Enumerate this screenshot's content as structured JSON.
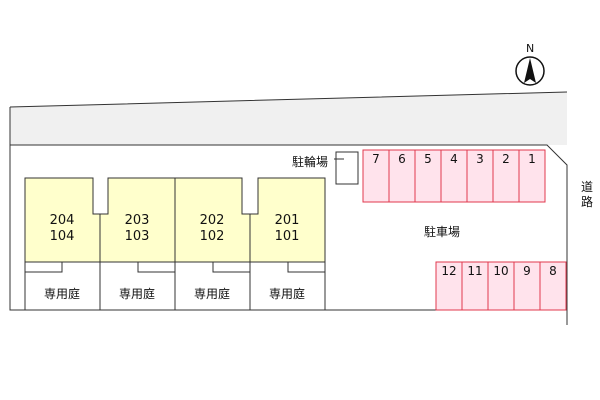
{
  "compass": {
    "north_label": "N"
  },
  "units": [
    {
      "upper": "204",
      "lower": "104",
      "garden": "専用庭"
    },
    {
      "upper": "203",
      "lower": "103",
      "garden": "専用庭"
    },
    {
      "upper": "202",
      "lower": "102",
      "garden": "専用庭"
    },
    {
      "upper": "201",
      "lower": "101",
      "garden": "専用庭"
    }
  ],
  "bicycle_parking_label": "駐輪場",
  "car_parking_label": "駐車場",
  "parking_top_row": [
    "7",
    "6",
    "5",
    "4",
    "3",
    "2",
    "1"
  ],
  "parking_bottom_row": [
    "12",
    "11",
    "10",
    "9",
    "8"
  ],
  "road_label": [
    "道",
    "路"
  ],
  "colors": {
    "unit_fill": "#ffffcc",
    "parking_fill": "#ffe3ec",
    "parking_stroke": "#e0384e",
    "site_fill": "#f0f0f0",
    "outline": "#333333"
  }
}
